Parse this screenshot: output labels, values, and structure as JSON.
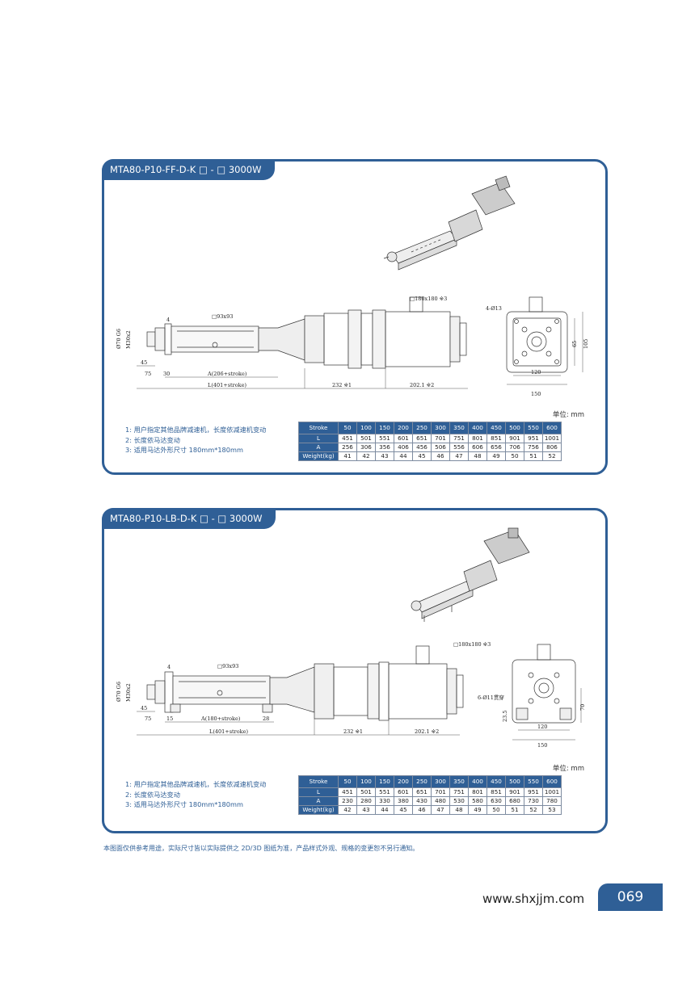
{
  "panel1": {
    "title": "MTA80-P10-FF-D-K □ - □ 3000W",
    "dims": {
      "flange": "□180x180 ※3",
      "square": "□93x93",
      "holes": "4-Ø13",
      "d4": "4",
      "phi": "Ø70 G6",
      "thread": "M30x2",
      "d45": "45",
      "d75": "75",
      "d30": "30",
      "a": "A(206+stroke)",
      "l": "L(401+stroke)",
      "d232": "232 ※1",
      "d202": "202.1 ※2",
      "d120": "120",
      "d150": "150",
      "d65": "65",
      "d105": "105"
    },
    "unit": "单位: mm",
    "notes": [
      "1: 用户指定其他品牌减速机，长度依减速机变动",
      "2: 长度依马达变动",
      "3: 适用马达外形尺寸 180mm*180mm"
    ],
    "table": {
      "rows": [
        {
          "label": "Stroke",
          "values": [
            "50",
            "100",
            "150",
            "200",
            "250",
            "300",
            "350",
            "400",
            "450",
            "500",
            "550",
            "600"
          ]
        },
        {
          "label": "L",
          "values": [
            "451",
            "501",
            "551",
            "601",
            "651",
            "701",
            "751",
            "801",
            "851",
            "901",
            "951",
            "1001"
          ]
        },
        {
          "label": "A",
          "values": [
            "256",
            "306",
            "356",
            "406",
            "456",
            "506",
            "556",
            "606",
            "656",
            "706",
            "756",
            "806"
          ]
        },
        {
          "label": "Weight(kg)",
          "values": [
            "41",
            "42",
            "43",
            "44",
            "45",
            "46",
            "47",
            "48",
            "49",
            "50",
            "51",
            "52"
          ]
        }
      ]
    }
  },
  "panel2": {
    "title": "MTA80-P10-LB-D-K □ - □ 3000W",
    "dims": {
      "flange": "□180x180 ※3",
      "square": "□93x93",
      "holes": "6-Ø11贯穿",
      "d4": "4",
      "phi": "Ø70 G6",
      "thread": "M30x2",
      "d45": "45",
      "d75": "75",
      "d15": "15",
      "d28": "28",
      "a": "A(180+stroke)",
      "l": "L(401+stroke)",
      "d232": "232 ※1",
      "d202": "202.1 ※2",
      "d120": "120",
      "d150": "150",
      "d70": "70",
      "d23": "23.5"
    },
    "unit": "单位: mm",
    "notes": [
      "1: 用户指定其他品牌减速机，长度依减速机变动",
      "2: 长度依马达变动",
      "3: 适用马达外形尺寸 180mm*180mm"
    ],
    "table": {
      "rows": [
        {
          "label": "Stroke",
          "values": [
            "50",
            "100",
            "150",
            "200",
            "250",
            "300",
            "350",
            "400",
            "450",
            "500",
            "550",
            "600"
          ]
        },
        {
          "label": "L",
          "values": [
            "451",
            "501",
            "551",
            "601",
            "651",
            "701",
            "751",
            "801",
            "851",
            "901",
            "951",
            "1001"
          ]
        },
        {
          "label": "A",
          "values": [
            "230",
            "280",
            "330",
            "380",
            "430",
            "480",
            "530",
            "580",
            "630",
            "680",
            "730",
            "780"
          ]
        },
        {
          "label": "Weight(kg)",
          "values": [
            "42",
            "43",
            "44",
            "45",
            "46",
            "47",
            "48",
            "49",
            "50",
            "51",
            "52",
            "53"
          ]
        }
      ]
    }
  },
  "footer": {
    "disclaimer": "本图面仅供参考用途，实际尺寸皆以实际提供之 2D/3D 图纸为准，产品样式外观、规格的变更恕不另行通知。",
    "site": "www.shxjjm.com",
    "page": "069"
  }
}
